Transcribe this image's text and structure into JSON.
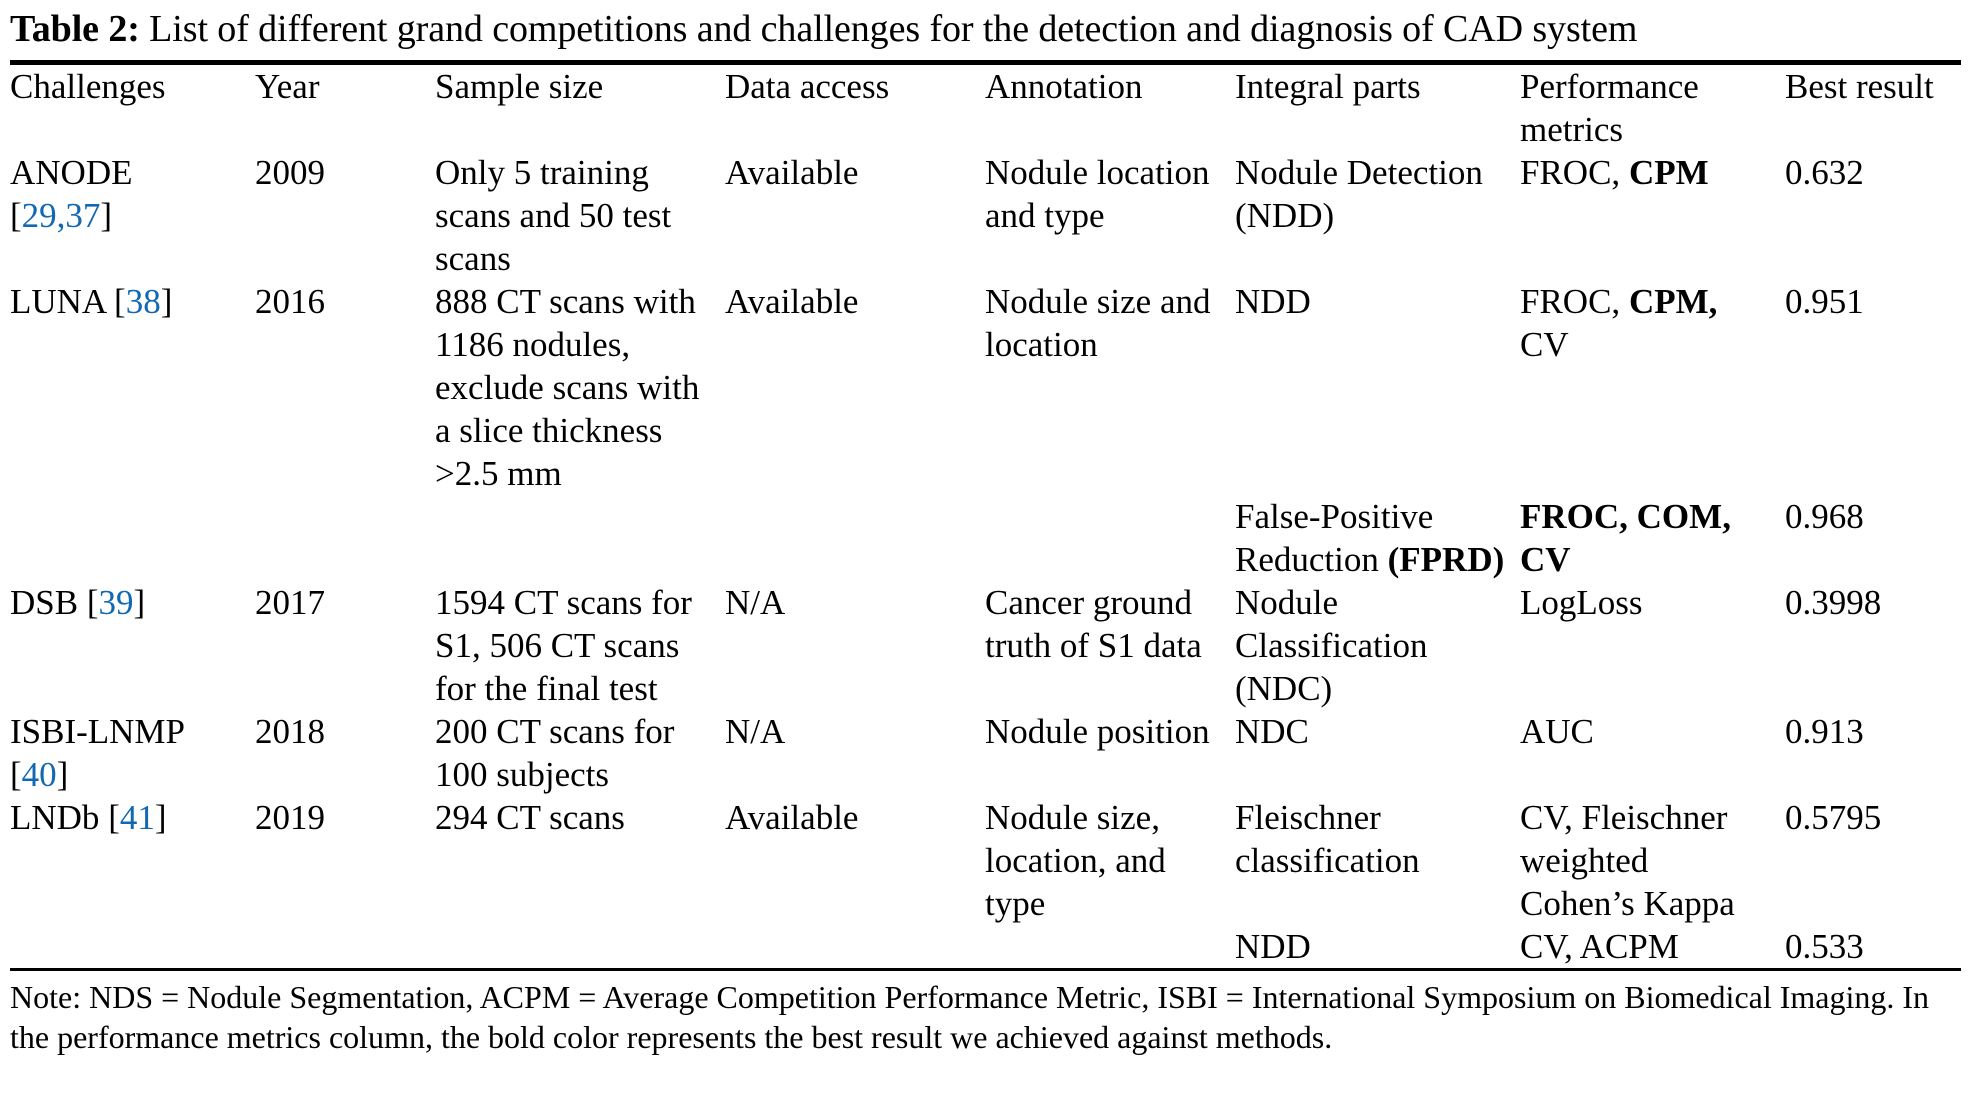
{
  "caption": {
    "label": "Table 2:",
    "text": " List of different grand competitions and challenges for the detection and diagnosis of CAD system"
  },
  "table": {
    "columns": [
      "Challenges",
      "Year",
      "Sample size",
      "Data access",
      "Annotation",
      "Integral parts",
      "Performance metrics",
      "Best result"
    ],
    "rows": [
      {
        "challenge_name": "ANODE",
        "challenge_refs": "[29,37]",
        "challenge_ref_nums": "29,37",
        "year": "2009",
        "sample_size": "Only 5 training scans and 50 test scans",
        "data_access": "Available",
        "annotation": "Nodule location and type",
        "integral_parts": "Nodule Detection (NDD)",
        "integral_parts_bold": "",
        "metrics_plain": "FROC, ",
        "metrics_bold": "CPM",
        "metrics_tail": "",
        "best_result": "0.632"
      },
      {
        "challenge_name": "LUNA",
        "challenge_refs": "[38]",
        "challenge_ref_nums": "38",
        "year": "2016",
        "sample_size": "888 CT scans with 1186 nodules, exclude scans with a slice thickness >2.5 mm",
        "data_access": "Available",
        "annotation": "Nodule size and location",
        "integral_parts": "NDD",
        "integral_parts_bold": "",
        "metrics_plain": "FROC, ",
        "metrics_bold": "CPM,",
        "metrics_tail": " CV",
        "best_result": "0.951"
      },
      {
        "challenge_name": "",
        "challenge_refs": "",
        "challenge_ref_nums": "",
        "year": "",
        "sample_size": "",
        "data_access": "",
        "annotation": "",
        "integral_parts": "False-Positive Reduction ",
        "integral_parts_bold": "(FPRD)",
        "metrics_plain": "",
        "metrics_bold": "FROC, COM, CV",
        "metrics_tail": "",
        "best_result": "0.968"
      },
      {
        "challenge_name": "DSB",
        "challenge_refs": "[39]",
        "challenge_ref_nums": "39",
        "year": "2017",
        "sample_size": "1594 CT scans for S1, 506 CT scans for the final test",
        "data_access": "N/A",
        "annotation": "Cancer ground truth of S1 data",
        "integral_parts": "Nodule Classification (NDC)",
        "integral_parts_bold": "",
        "metrics_plain": "LogLoss",
        "metrics_bold": "",
        "metrics_tail": "",
        "best_result": "0.3998"
      },
      {
        "challenge_name": "ISBI-LNMP",
        "challenge_refs": "[40]",
        "challenge_ref_nums": "40",
        "year": "2018",
        "sample_size": "200 CT scans for 100 subjects",
        "data_access": "N/A",
        "annotation": "Nodule position",
        "integral_parts": "NDC",
        "integral_parts_bold": "",
        "metrics_plain": "AUC",
        "metrics_bold": "",
        "metrics_tail": "",
        "best_result": "0.913"
      },
      {
        "challenge_name": "LNDb",
        "challenge_refs": "[41]",
        "challenge_ref_nums": "41",
        "year": "2019",
        "sample_size": "294 CT scans",
        "data_access": "Available",
        "annotation": "Nodule size, location, and type",
        "integral_parts": "Fleischner classification",
        "integral_parts_bold": "",
        "metrics_plain": "CV, Fleischner weighted Cohen’s Kappa",
        "metrics_bold": "",
        "metrics_tail": "",
        "best_result": "0.5795"
      },
      {
        "challenge_name": "",
        "challenge_refs": "",
        "challenge_ref_nums": "",
        "year": "",
        "sample_size": "",
        "data_access": "",
        "annotation": "",
        "integral_parts": "NDD",
        "integral_parts_bold": "",
        "metrics_plain": "CV, ACPM",
        "metrics_bold": "",
        "metrics_tail": "",
        "best_result": "0.533"
      }
    ]
  },
  "footnote": {
    "text": "Note: NDS = Nodule Segmentation, ACPM = Average Competition Performance Metric, ISBI = International Symposium on Biomedical Imaging. In the performance metrics column, the bold color represents the best result we achieved against methods."
  },
  "colors": {
    "citation_link": "#1268b3",
    "text": "#000000",
    "background": "#ffffff"
  }
}
